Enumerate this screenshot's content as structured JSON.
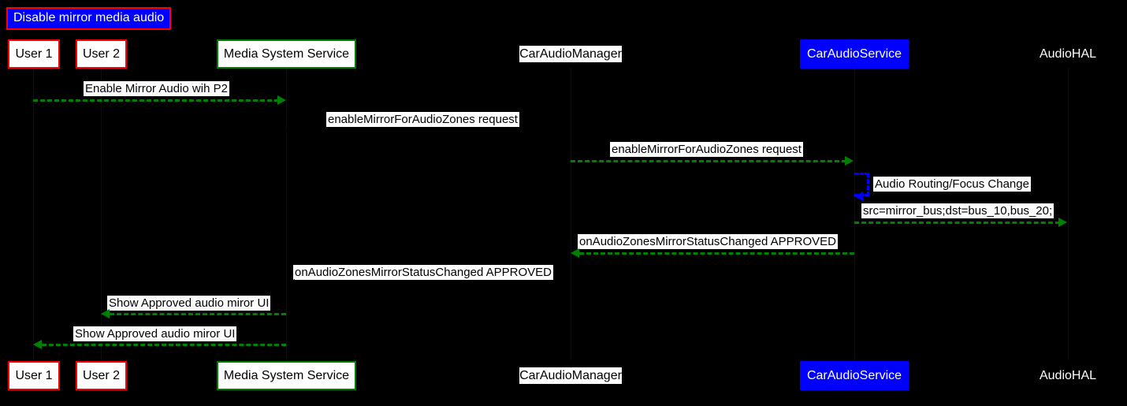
{
  "diagram": {
    "title": "Disable mirror media audio",
    "background_color": "#000000",
    "accent_colors": {
      "title_fill": "#0000ff",
      "title_border": "#ff0000",
      "user_border": "#ff0000",
      "service_border": "#008000",
      "car_audio_service_fill": "#0000ff",
      "message_arrow": "#008000",
      "self_message_arrow": "#0000ff"
    }
  },
  "participants": [
    {
      "id": "user1",
      "label": "User 1",
      "style": "red-box"
    },
    {
      "id": "user2",
      "label": "User 2",
      "style": "red-box"
    },
    {
      "id": "media_system_service",
      "label": "Media System Service",
      "style": "green-box"
    },
    {
      "id": "car_audio_manager",
      "label": "CarAudioManager",
      "style": "plain-white"
    },
    {
      "id": "car_audio_service",
      "label": "CarAudioService",
      "style": "blue-fill"
    },
    {
      "id": "audio_hal",
      "label": "AudioHAL",
      "style": "bare-text"
    }
  ],
  "messages": [
    {
      "id": "m1",
      "label": "Enable Mirror Audio wih P2",
      "from": "user1",
      "to": "media_system_service",
      "direction": "right",
      "arrow_color": "#008000"
    },
    {
      "id": "m2",
      "label": "enableMirrorForAudioZones request",
      "from": "media_system_service",
      "to": "car_audio_manager",
      "direction": "right",
      "arrow_color": "#000000"
    },
    {
      "id": "m3",
      "label": "enableMirrorForAudioZones request",
      "from": "car_audio_manager",
      "to": "car_audio_service",
      "direction": "right",
      "arrow_color": "#008000"
    },
    {
      "id": "m4",
      "label": "Audio Routing/Focus Change",
      "from": "car_audio_service",
      "to": "car_audio_service",
      "direction": "self",
      "arrow_color": "#0000ff"
    },
    {
      "id": "m5",
      "label": "src=mirror_bus;dst=bus_10,bus_20;",
      "from": "car_audio_service",
      "to": "audio_hal",
      "direction": "right",
      "arrow_color": "#008000"
    },
    {
      "id": "m6",
      "label": "onAudioZonesMirrorStatusChanged APPROVED",
      "from": "car_audio_service",
      "to": "car_audio_manager",
      "direction": "left",
      "arrow_color": "#008000"
    },
    {
      "id": "m7",
      "label": "onAudioZonesMirrorStatusChanged APPROVED",
      "from": "car_audio_manager",
      "to": "media_system_service",
      "direction": "left",
      "arrow_color": "#000000"
    },
    {
      "id": "m8",
      "label": "Show Approved audio miror UI",
      "from": "media_system_service",
      "to": "user2",
      "direction": "left",
      "arrow_color": "#008000"
    },
    {
      "id": "m9",
      "label": "Show Approved audio miror UI",
      "from": "media_system_service",
      "to": "user1",
      "direction": "left",
      "arrow_color": "#008000"
    }
  ]
}
